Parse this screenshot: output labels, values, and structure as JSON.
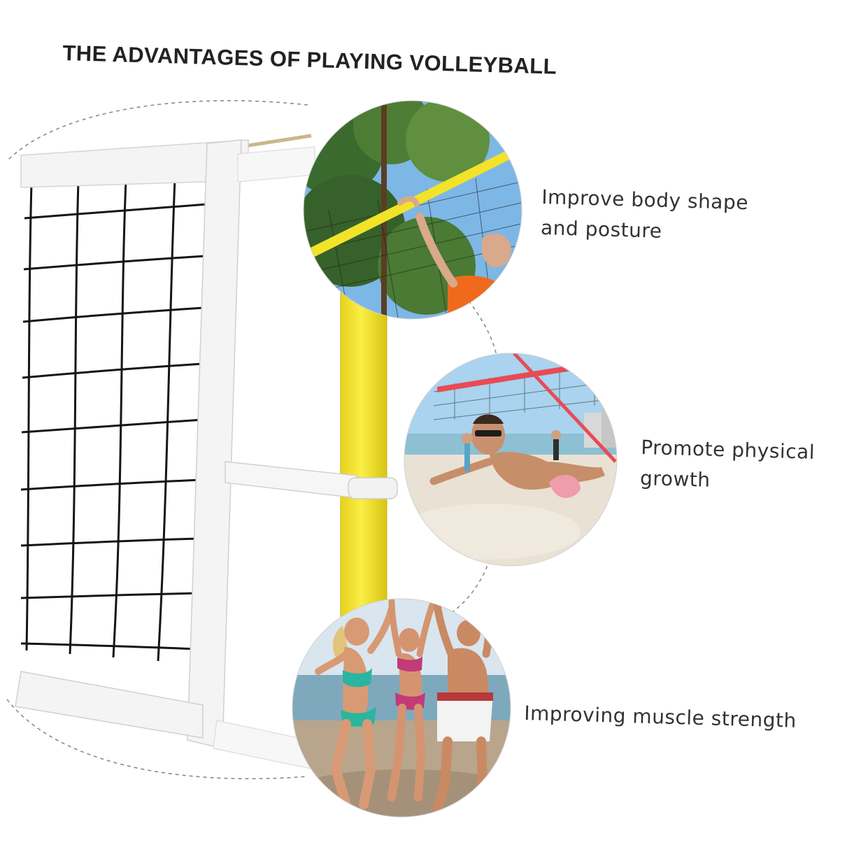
{
  "title": "THE ADVANTAGES OF PLAYING VOLLEYBALL",
  "benefits": [
    {
      "caption_line1": "Improve body shape",
      "caption_line2": "and posture"
    },
    {
      "caption_line1": "Promote physical",
      "caption_line2": "growth"
    },
    {
      "caption_line1": "Improving muscle strength",
      "caption_line2": ""
    }
  ],
  "colors": {
    "pole": "#f2e22a",
    "net_tape": "#f4f4f4",
    "net_mesh": "#151515",
    "sky": "#7db7e6",
    "sand": "#e9e1d3",
    "sea": "#8cc0d2",
    "net_red": "#e84b55"
  }
}
